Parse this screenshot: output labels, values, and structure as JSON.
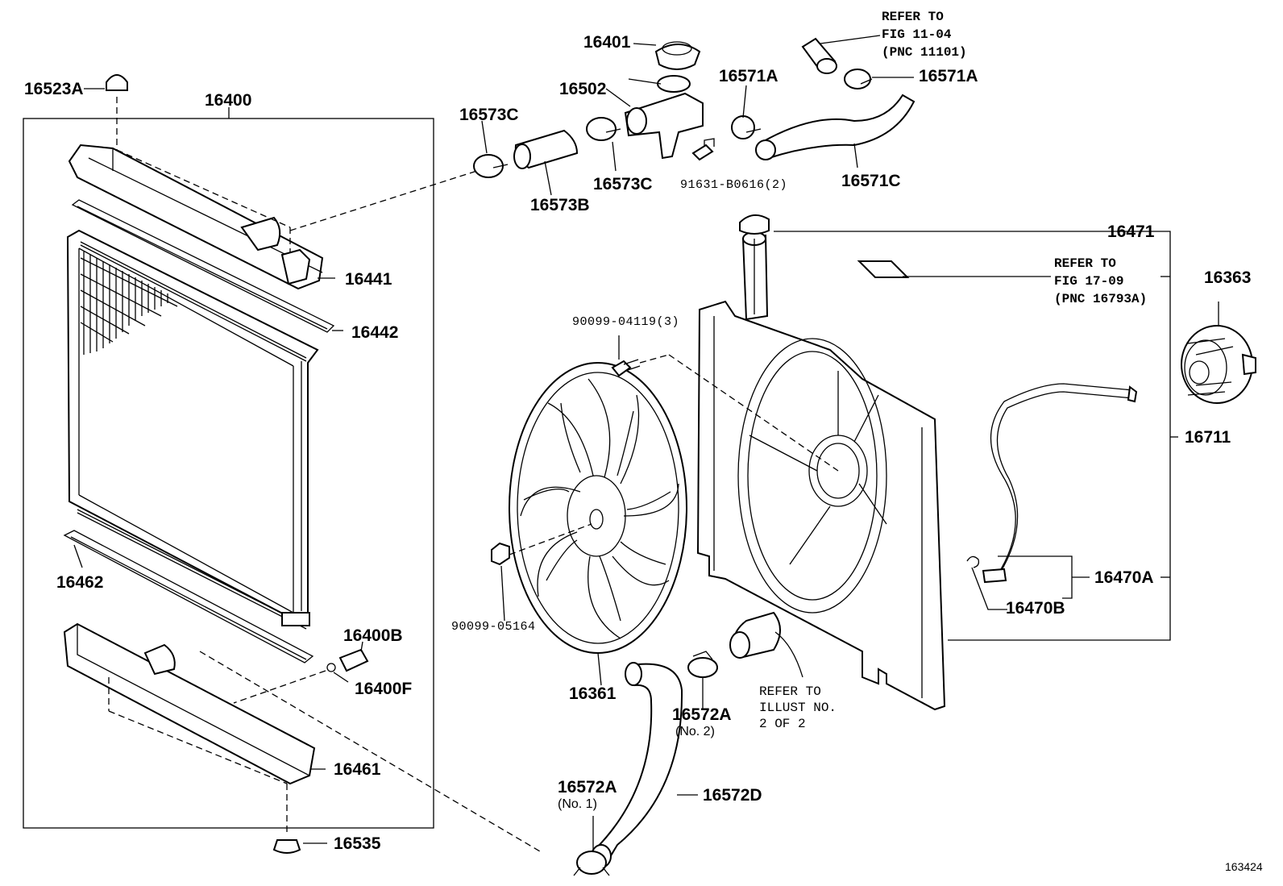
{
  "labels": {
    "p16523A": "16523A",
    "p16400": "16400",
    "p16441": "16441",
    "p16442": "16442",
    "p16462": "16462",
    "p16400B": "16400B",
    "p16400F": "16400F",
    "p16461": "16461",
    "p16535": "16535",
    "p16573C_a": "16573C",
    "p16573B": "16573B",
    "p16573C_b": "16573C",
    "p16401": "16401",
    "p16502": "16502",
    "p16571A_a": "16571A",
    "p16571A_b": "16571A",
    "p16571C": "16571C",
    "p91631": "91631-B0616(2)",
    "p16471": "16471",
    "p16363": "16363",
    "p16711": "16711",
    "p90099_04119": "90099-04119(3)",
    "p90099_05164": "90099-05164",
    "p16361": "16361",
    "p16572A_a": "16572A",
    "p16572A_a_sub": "(No. 2)",
    "p16572A_b": "16572A",
    "p16572A_b_sub": "(No. 1)",
    "p16572D": "16572D",
    "p16470A": "16470A",
    "p16470B": "16470B"
  },
  "notes": {
    "refer_top": "REFER TO\nFIG 11-04\n(PNC 11101)",
    "refer_right": "REFER TO\nFIG 17-09\n(PNC 16793A)",
    "refer_illust": "REFER TO\nILLUST NO.\n2 OF 2"
  },
  "diagram_code": "163424"
}
